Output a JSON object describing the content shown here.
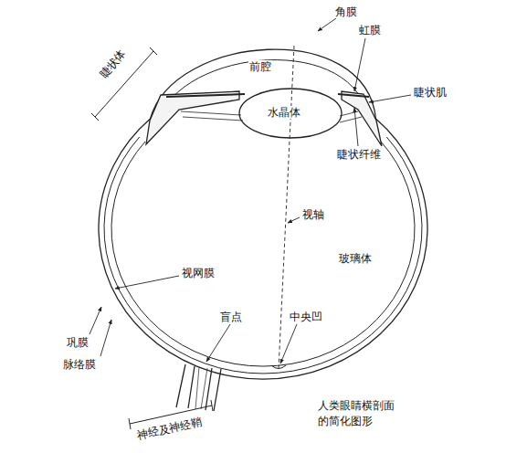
{
  "diagram": {
    "caption": "人类眼睛横剖面 的简化图形",
    "labels": [
      "角膜",
      "虹膜",
      "前腔",
      "睫状体",
      "水晶体",
      "睫状肌",
      "睫状纤维",
      "视轴",
      "玻璃体",
      "视网膜",
      "盲点",
      "中央凹",
      "巩膜",
      "脉络膜",
      "神经及神经鞘"
    ]
  }
}
